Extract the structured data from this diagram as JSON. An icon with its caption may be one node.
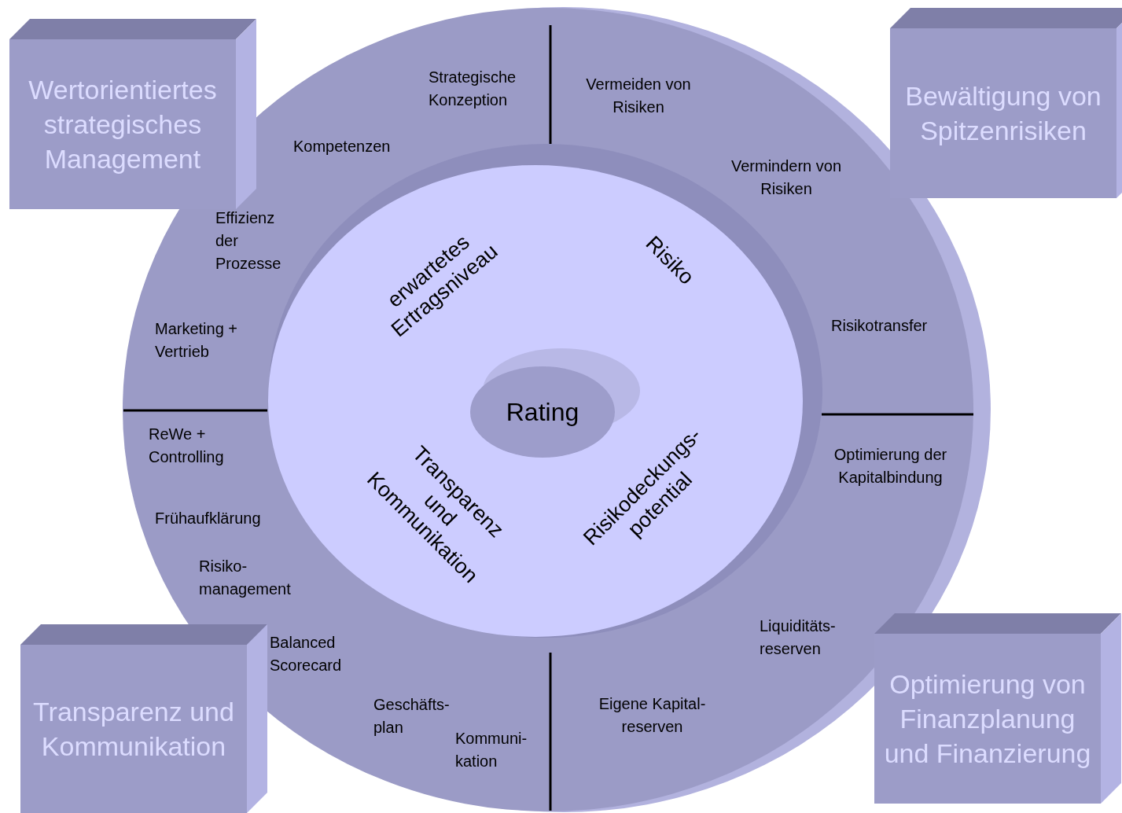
{
  "diagram": {
    "nodes": [
      {
        "text": [
          "Wertorientiertes strategisches Management"
        ]
      },
      {
        "text": [
          "Bewältigung von Spitzenrisiken"
        ]
      },
      {
        "text": [
          "Transparenz und Kommunikation"
        ]
      },
      {
        "text": [
          "Optimierung von Finanzplanung und Finanzierung"
        ]
      },
      {
        "text": [
          "Strategische Konzeption",
          "Vermeiden von Risiken",
          "Kompetenzen",
          "Vermindern von Risiken",
          "Effizienz der Prozesse",
          "Marketing + Vertrieb",
          "Risikotransfer",
          "ReWe + Controlling",
          "Optimierung der Kapitalbindung",
          "Frühaufklärung",
          "Risiko- management",
          "Liquiditäts- reserven",
          "Balanced Scorecard",
          "Geschäfts- plan",
          "Eigene Kapital- reserven",
          "Kommuni- kation"
        ]
      },
      {
        "text": [
          "erwartetes Ertragsniveau",
          "Risiko",
          "Transparenz und Kommunikation",
          "Risikodeckungs- potential"
        ],
        "in": 4
      },
      {
        "text": [
          "Rating"
        ],
        "in": 5
      }
    ]
  }
}
